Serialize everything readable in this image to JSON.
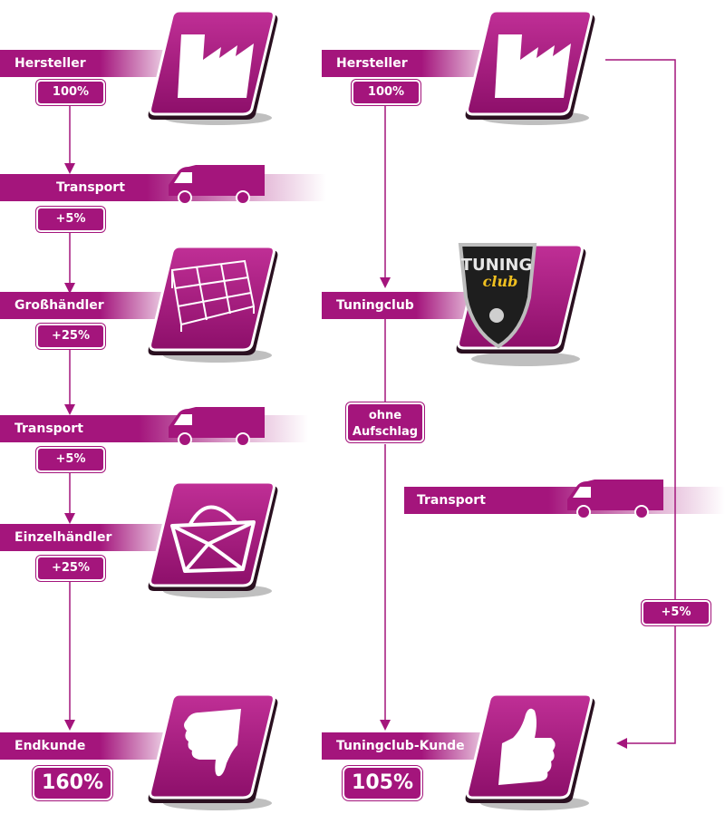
{
  "colors": {
    "accent": "#a4157c",
    "text_on_accent": "#ffffff",
    "line": "#a4157c"
  },
  "left": {
    "hersteller": {
      "label": "Hersteller",
      "value": "100%"
    },
    "transport1": {
      "label": "Transport",
      "value": "+5%"
    },
    "grosshaendler": {
      "label": "Großhändler",
      "value": "+25%"
    },
    "transport2": {
      "label": "Transport",
      "value": "+5%"
    },
    "einzelhaendler": {
      "label": "Einzelhändler",
      "value": "+25%"
    },
    "endkunde": {
      "label": "Endkunde",
      "value": "160%"
    }
  },
  "right": {
    "hersteller": {
      "label": "Hersteller",
      "value": "100%"
    },
    "tuningclub": {
      "label": "Tuningclub",
      "logo_text_top": "TUNING",
      "logo_text_bottom": "club"
    },
    "ohne": {
      "line1": "ohne",
      "line2": "Aufschlag"
    },
    "transport": {
      "label": "Transport",
      "value": "+5%"
    },
    "kunde": {
      "label": "Tuningclub-Kunde",
      "value": "105%"
    }
  },
  "icons": [
    "factory-icon",
    "truck-icon",
    "shelf-icon",
    "basket-icon",
    "thumbs-down-icon",
    "thumbs-up-icon",
    "shield-logo"
  ]
}
